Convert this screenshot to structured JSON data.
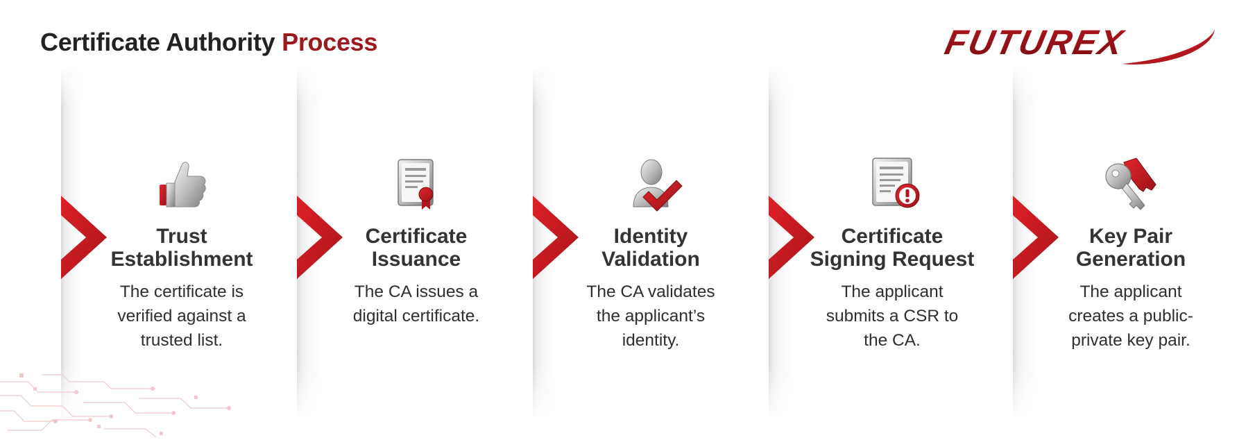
{
  "header": {
    "title_main": "Certificate Authority",
    "title_accent": "Process",
    "logo_text": "FUTUREX"
  },
  "colors": {
    "accent": "#9c1a1f",
    "chevron": "#c8161d",
    "text": "#2b2b2b"
  },
  "steps": [
    {
      "icon": "thumbs-up-icon",
      "title_line1": "Trust",
      "title_line2": "Establishment",
      "desc_line1": "The certificate is",
      "desc_line2": "verified against a",
      "desc_line3": "trusted list."
    },
    {
      "icon": "certificate-ribbon-icon",
      "title_line1": "Certificate",
      "title_line2": "Issuance",
      "desc_line1": "The CA issues a",
      "desc_line2": "digital certificate.",
      "desc_line3": ""
    },
    {
      "icon": "user-checkmark-icon",
      "title_line1": "Identity",
      "title_line2": "Validation",
      "desc_line1": "The CA validates",
      "desc_line2": "the applicant’s",
      "desc_line3": "identity."
    },
    {
      "icon": "document-alert-icon",
      "title_line1": "Certificate",
      "title_line2": "Signing Request",
      "desc_line1": "The applicant",
      "desc_line2": "submits a CSR to",
      "desc_line3": "the CA."
    },
    {
      "icon": "key-pair-icon",
      "title_line1": "Key Pair",
      "title_line2": "Generation",
      "desc_line1": "The applicant",
      "desc_line2": "creates a public-",
      "desc_line3": "private key pair."
    }
  ]
}
